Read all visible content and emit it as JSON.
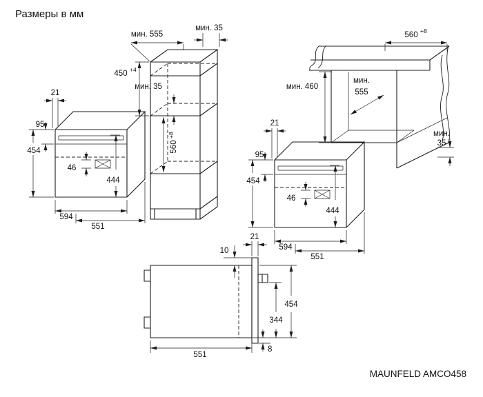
{
  "title": "Размеры в мм",
  "model": "MAUNFELD AMCO458",
  "column": {
    "depth": "мин. 555",
    "top_gap": "мин. 35",
    "niche_height": "450",
    "niche_height_sup": "+4",
    "inner_gap": "мин. 35",
    "niche_width": "560",
    "niche_width_sup": "+8"
  },
  "counter": {
    "niche_width": "560",
    "niche_width_sup": "+8",
    "under_height": "мин. 460",
    "depth_line1": "мин.",
    "depth_line2": "555",
    "back_gap_line1": "мин.",
    "back_gap_line2": "35"
  },
  "oven": {
    "door_offset": "21",
    "panel_height": "95",
    "height": "454",
    "vent": "46",
    "body_height": "444",
    "width": "594",
    "depth": "551"
  },
  "side": {
    "top_gap": "10",
    "door_depth": "21",
    "height": "454",
    "lower_height": "344",
    "depth": "551",
    "bottom_gap": "8"
  }
}
